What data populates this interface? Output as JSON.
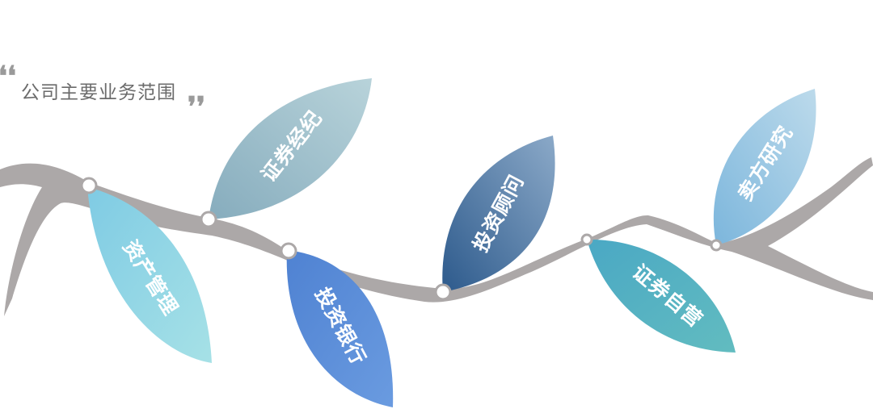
{
  "title": "公司主要业务范围",
  "quote_open": "❛❛",
  "quote_close": "❜❜",
  "leaves": [
    {
      "label": "资产管理",
      "color_from": "#7fcbe4",
      "color_to": "#a6e1e6"
    },
    {
      "label": "证券经纪",
      "color_from": "#86acbd",
      "color_to": "#b8d3da"
    },
    {
      "label": "投资银行",
      "color_from": "#4f82d2",
      "color_to": "#6a9be0"
    },
    {
      "label": "投资顾问",
      "color_from": "#2d5a8c",
      "color_to": "#8ba9c8"
    },
    {
      "label": "证券自营",
      "color_from": "#4aa8c4",
      "color_to": "#62bcc0"
    },
    {
      "label": "卖方研究",
      "color_from": "#7cb6dc",
      "color_to": "#bcdaeb"
    }
  ],
  "colors": {
    "branch": "#aca8a8",
    "node_fill": "#ffffff",
    "title_text": "#6b6b6b",
    "quote_marks": "#9a9a9a"
  }
}
